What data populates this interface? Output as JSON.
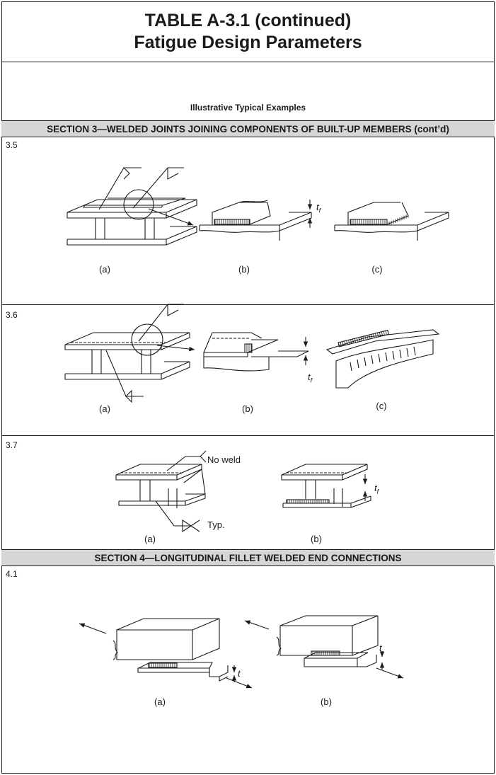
{
  "title": {
    "line1": "TABLE A-3.1 (continued)",
    "line2": "Fatigue Design Parameters"
  },
  "column_header": "Illustrative Typical Examples",
  "sections": [
    {
      "heading": "SECTION 3—WELDED JOINTS JOINING COMPONENTS OF BUILT-UP MEMBERS (cont’d)",
      "rows": [
        {
          "id": "3.5",
          "labels": [
            "(a)",
            "(b)",
            "(c)"
          ],
          "dimension": "t_f"
        },
        {
          "id": "3.6",
          "labels": [
            "(a)",
            "(b)",
            "(c)"
          ],
          "dimension": "t_f"
        },
        {
          "id": "3.7",
          "labels": [
            "(a)",
            "(b)"
          ],
          "dimension": "t_f",
          "callouts": {
            "no_weld": "No weld",
            "typ": "Typ."
          }
        }
      ]
    },
    {
      "heading": "SECTION 4—LONGITUDINAL FILLET WELDED END CONNECTIONS",
      "rows": [
        {
          "id": "4.1",
          "labels": [
            "(a)",
            "(b)"
          ],
          "dimension": "t"
        }
      ]
    }
  ],
  "dim_symbols": {
    "t_main": "t",
    "f_sub": "f"
  }
}
